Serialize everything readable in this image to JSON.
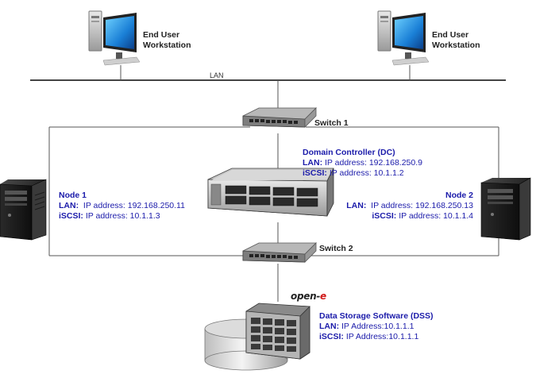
{
  "workstations": [
    {
      "label_line1": "End User",
      "label_line2": "Workstation"
    },
    {
      "label_line1": "End User",
      "label_line2": "Workstation"
    }
  ],
  "lan_label": "LAN",
  "switch1": {
    "label": "Switch 1"
  },
  "switch2": {
    "label": "Switch 2"
  },
  "domain_controller": {
    "title": "Domain Controller (DC)",
    "lan_key": "LAN:",
    "lan_value": " IP address: 192.168.250.9",
    "iscsi_key": "iSCSI:",
    "iscsi_value": " IP address: 10.1.1.2"
  },
  "node1": {
    "title": "Node 1",
    "lan_key": "LAN:",
    "lan_value": "  IP address: 192.168.250.11",
    "iscsi_key": "iSCSI:",
    "iscsi_value": " IP address: 10.1.1.3"
  },
  "node2": {
    "title": "Node 2",
    "lan_key": "LAN:",
    "lan_value": "  IP address: 192.168.250.13",
    "iscsi_key": "iSCSI:",
    "iscsi_value": " IP address: 10.1.1.4"
  },
  "brand": {
    "text_main": "open-",
    "text_accent": "e"
  },
  "dss": {
    "title": "Data Storage Software (DSS)",
    "lan_key": "LAN:",
    "lan_value": " IP Address:10.1.1.1",
    "iscsi_key": "iSCSI:",
    "iscsi_value": " IP Address:10.1.1.1"
  },
  "icons": [
    "workstation-icon",
    "switch-icon",
    "server-tower-icon",
    "rack-server-icon",
    "storage-array-icon",
    "disk-cylinder-icon"
  ],
  "colors": {
    "label_blue": "#1b1baa",
    "brand_red": "#d01818",
    "line": "#555555"
  }
}
